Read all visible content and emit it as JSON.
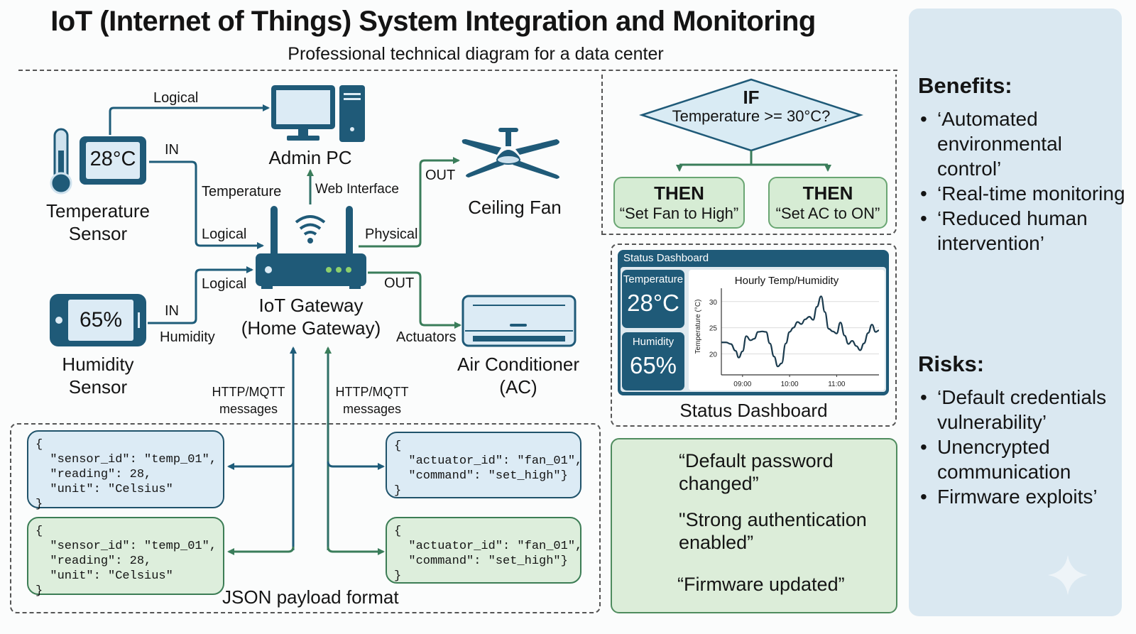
{
  "header": {
    "title": "IoT (Internet of Things) System Integration and Monitoring",
    "subtitle": "Professional technical diagram for a data center"
  },
  "devices": {
    "temp_sensor": {
      "reading": "28°C",
      "label_line1": "Temperature",
      "label_line2": "Sensor"
    },
    "humidity_sensor": {
      "reading": "65%",
      "label_line1": "Humidity",
      "label_line2": "Sensor"
    },
    "admin_pc": {
      "label": "Admin PC"
    },
    "gateway": {
      "label_line1": "IoT Gateway",
      "label_line2": "(Home Gateway)"
    },
    "fan": {
      "label": "Ceiling Fan"
    },
    "ac": {
      "label_line1": "Air Conditioner",
      "label_line2": "(AC)"
    }
  },
  "connections": {
    "temp_to_pc": "Logical",
    "temp_in": "IN",
    "temp_data": "Temperature",
    "temp_to_gateway": "Logical",
    "web_interface": "Web Interface",
    "humidity_to_gateway": "Logical",
    "humidity_in": "IN",
    "humidity_data": "Humidity",
    "fan_out": "OUT",
    "physical": "Physical",
    "ac_out": "OUT",
    "actuators": "Actuators",
    "mqtt_left_1": "HTTP/MQTT",
    "mqtt_left_2": "messages",
    "mqtt_right_1": "HTTP/MQTT",
    "mqtt_right_2": "messages"
  },
  "payloads": {
    "title": "JSON payload format",
    "sensor_blue": "{\n  \"sensor_id\": \"temp_01\",\n  \"reading\": 28,\n  \"unit\": \"Celsius\"\n}",
    "sensor_green": "{\n  \"sensor_id\": \"temp_01\",\n  \"reading\": 28,\n  \"unit\": \"Celsius\"\n}",
    "actuator_blue": "{\n  \"actuator_id\": \"fan_01\",\n  \"command\": \"set_high\"}\n}",
    "actuator_green": "{\n  \"actuator_id\": \"fan_01\",\n  \"command\": \"set_high\"}\n}"
  },
  "rule": {
    "if_label": "IF",
    "condition": "Temperature >= 30°C?",
    "then_label": "THEN",
    "action_fan": "“Set Fan to High”",
    "action_ac": "“Set AC to ON”"
  },
  "dashboard": {
    "header": "Status Dashboard",
    "caption": "Status Dashboard",
    "temp_label": "Temperature",
    "temp_value": "28°C",
    "humidity_label": "Humidity",
    "humidity_value": "65%"
  },
  "chart_data": {
    "type": "line",
    "title": "Hourly Temp/Humidity",
    "xlabel": "",
    "ylabel": "Temperature (°C)",
    "x_ticks": [
      "09:00",
      "10:00",
      "11:00"
    ],
    "y_ticks": [
      20,
      25,
      30
    ],
    "ylim": [
      16,
      32
    ],
    "xlim": [
      8.55,
      11.9
    ],
    "grid": true,
    "series": [
      {
        "name": "Temperature",
        "x": [
          8.55,
          8.65,
          8.75,
          8.85,
          8.92,
          9.0,
          9.08,
          9.17,
          9.25,
          9.33,
          9.42,
          9.5,
          9.58,
          9.67,
          9.75,
          9.83,
          9.92,
          10.0,
          10.08,
          10.17,
          10.25,
          10.33,
          10.42,
          10.5,
          10.58,
          10.67,
          10.75,
          10.83,
          10.92,
          11.0,
          11.08,
          11.17,
          11.25,
          11.33,
          11.42,
          11.5,
          11.58,
          11.67,
          11.75,
          11.83,
          11.9
        ],
        "values": [
          22.2,
          22.2,
          21.9,
          20.6,
          19.3,
          20.5,
          23.4,
          22.6,
          22.9,
          24.2,
          24.3,
          24.2,
          22.0,
          19.5,
          17.6,
          18.2,
          22.0,
          24.2,
          25.0,
          26.1,
          25.7,
          26.6,
          27.1,
          26.5,
          29.0,
          31.0,
          28.0,
          24.8,
          24.3,
          23.9,
          26.0,
          23.5,
          21.9,
          22.5,
          21.5,
          20.7,
          22.0,
          24.0,
          25.6,
          24.2,
          24.5
        ]
      }
    ]
  },
  "security": {
    "items": [
      {
        "line1": "“Default password",
        "line2": "changed”"
      },
      {
        "line1": "\"Strong authentication",
        "line2": "enabled”"
      },
      {
        "line1": "“Firmware updated”",
        "line2": ""
      }
    ]
  },
  "sidebar": {
    "benefits_title": "Benefits:",
    "benefits": [
      "‘Automated environmental control’",
      "‘Real-time monitoring",
      "‘Reduced human intervention’"
    ],
    "risks_title": "Risks:",
    "risks": [
      "‘Default credentials vulnerability’",
      "Unencrypted communication",
      "Firmware exploits’"
    ]
  },
  "colors": {
    "device_blue": "#1f5a78",
    "arrow_blue": "#1e5c79",
    "arrow_green": "#3a7d5a",
    "light_blue": "#dcebf5",
    "light_green": "#d6ecd4",
    "sidebar_bg": "#dae8f1"
  }
}
